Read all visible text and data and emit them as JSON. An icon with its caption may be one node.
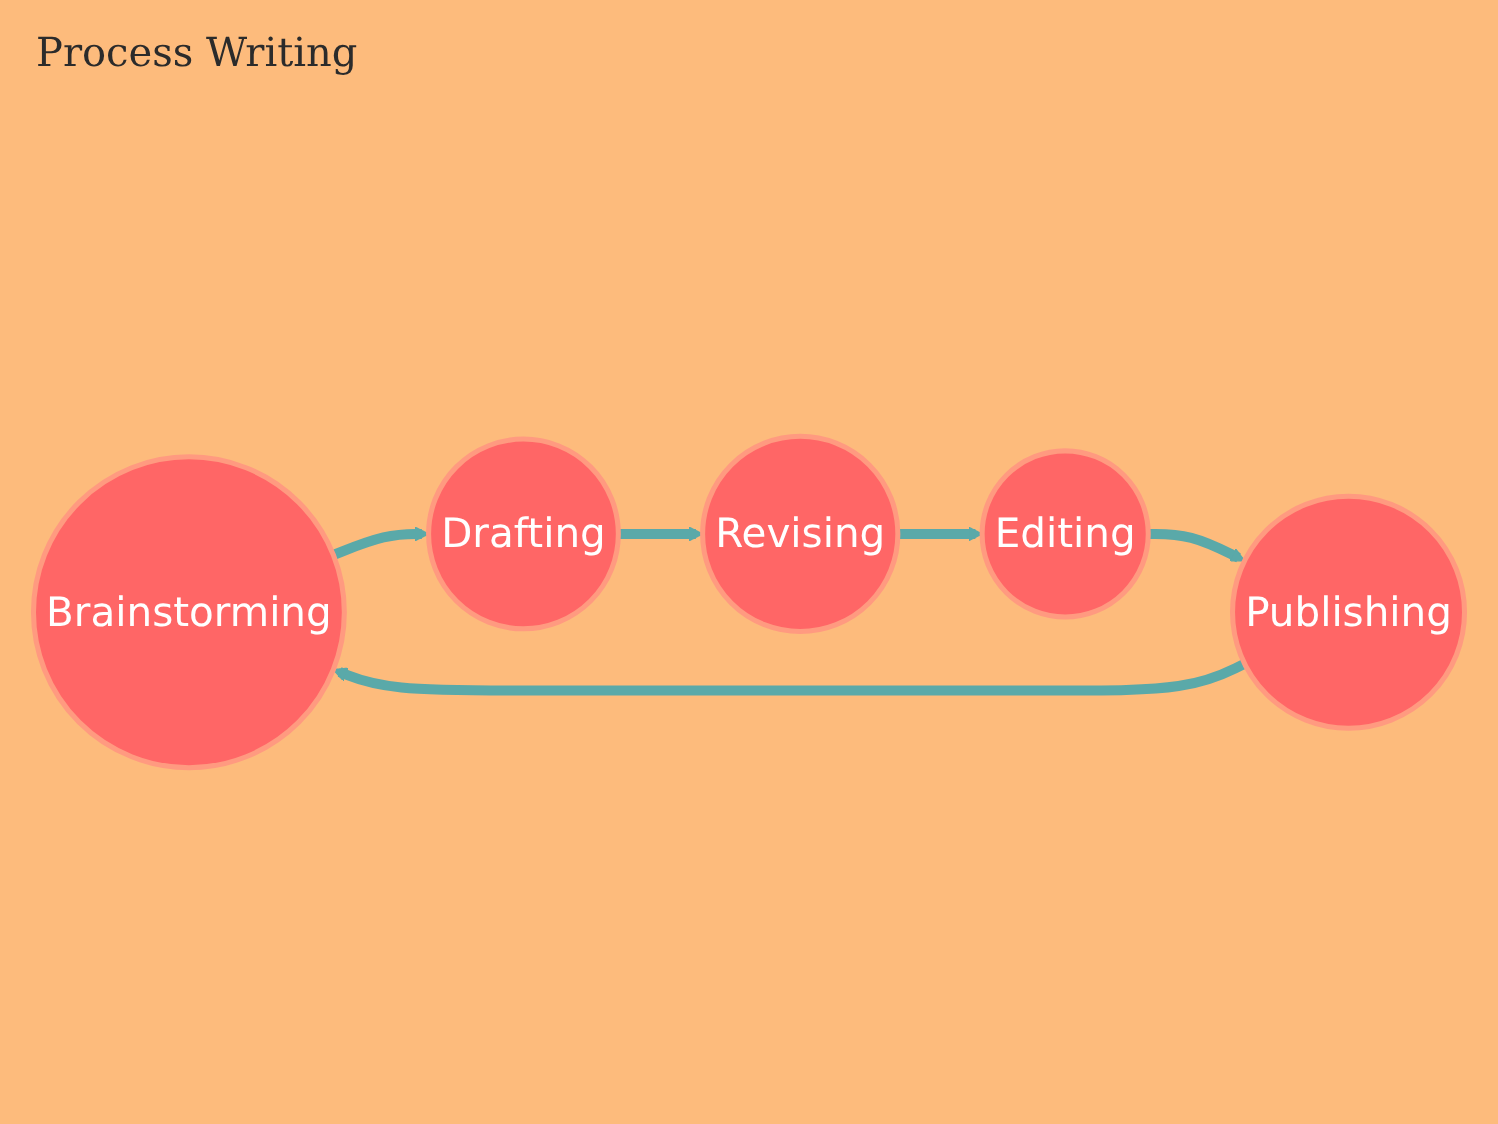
{
  "diagram": {
    "title": "Process Writing",
    "nodes": [
      {
        "text": [
          "Brainstorming"
        ]
      },
      {
        "text": [
          "Drafting"
        ]
      },
      {
        "text": [
          "Revising"
        ]
      },
      {
        "text": [
          "Editing"
        ]
      },
      {
        "text": [
          "Publishing"
        ]
      }
    ],
    "edges": [
      {
        "from": 4,
        "to": 0,
        "arrow": "to"
      },
      {
        "from": 0,
        "to": 1,
        "arrow": "to"
      },
      {
        "from": 1,
        "to": 2,
        "arrow": "to"
      },
      {
        "from": 2,
        "to": 3,
        "arrow": "to"
      },
      {
        "from": 3,
        "to": 4,
        "arrow": "to"
      }
    ]
  }
}
